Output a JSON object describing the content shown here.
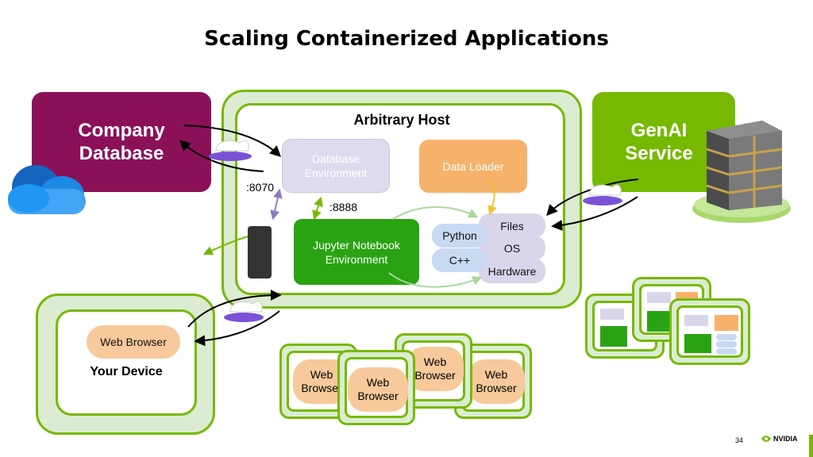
{
  "title": "Scaling Containerized Applications",
  "company_database": "Company\nDatabase",
  "arbitrary_host": "Arbitrary Host",
  "database_environment": "Database\nEnvironment",
  "data_loader": "Data Loader",
  "jupyter_environment": "Jupyter Notebook\nEnvironment",
  "port_8070": ":8070",
  "port_8888": ":8888",
  "stack": {
    "files": "Files",
    "os": "OS",
    "hardware": "Hardware",
    "python": "Python",
    "cpp": "C++"
  },
  "genai_service": "GenAI\nService",
  "web_browser": "Web Browser",
  "your_device": "Your Device",
  "tiles": [
    "Web\nBrowser",
    "Web\nBrowser",
    "Web\nBrowser",
    "Web\nBrowser"
  ],
  "page_number": "34",
  "logo_text": "NVIDIA",
  "colors": {
    "green": "#76b900",
    "company": "#8a1158",
    "orange": "#f6b26b",
    "jupyter": "#2aa312"
  }
}
